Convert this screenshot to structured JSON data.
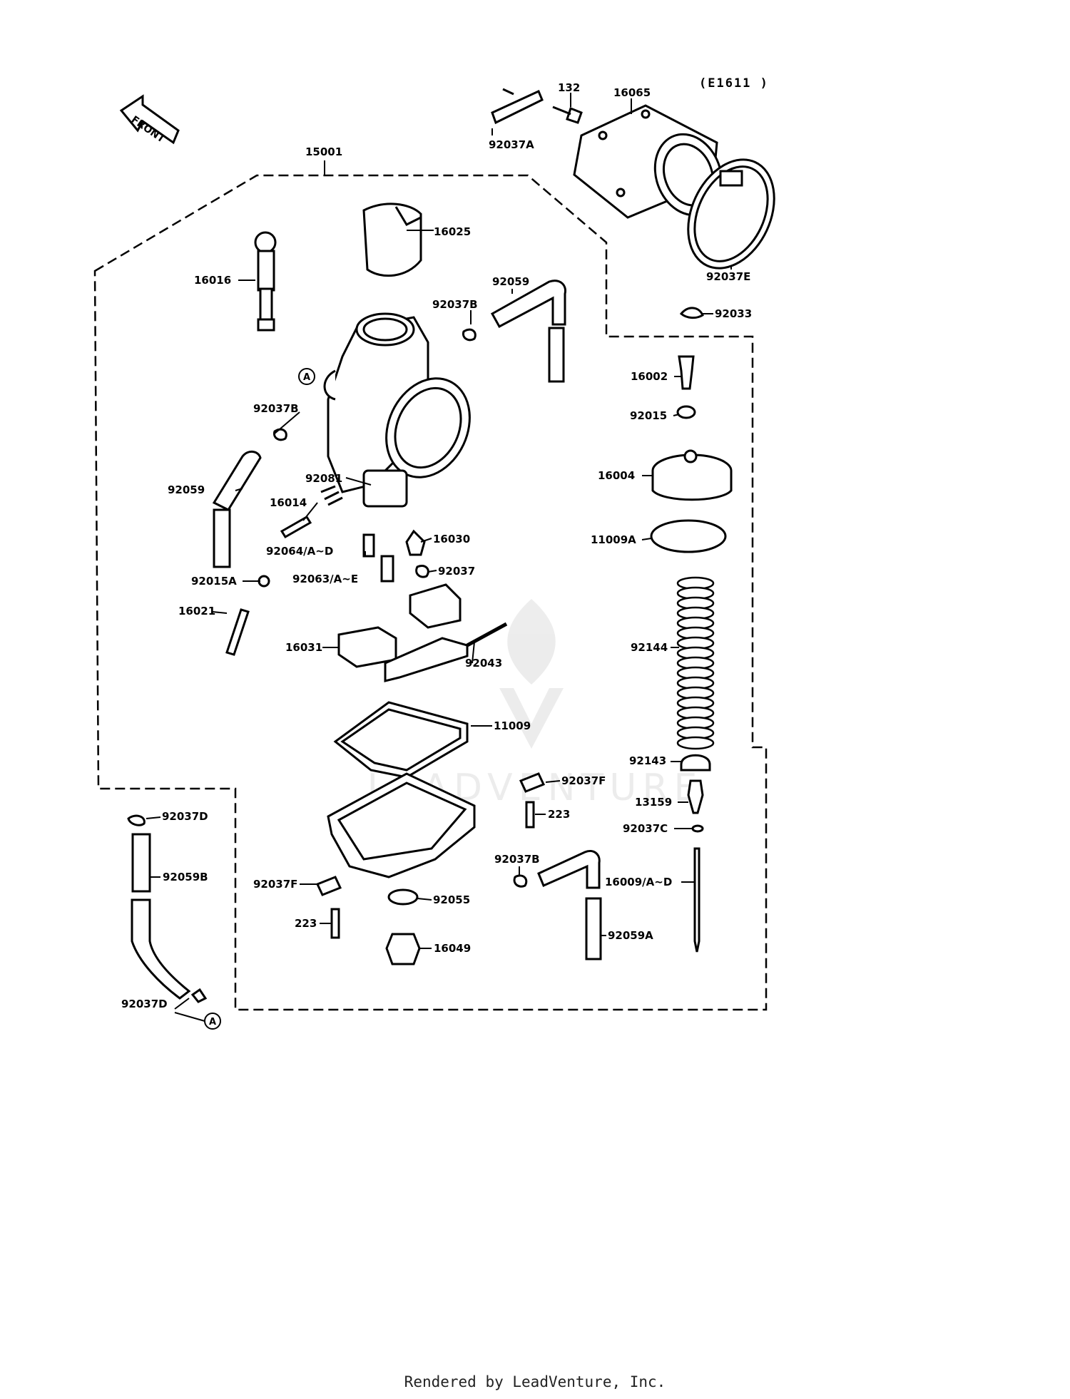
{
  "diagram": {
    "code": "(E1611 )",
    "front_arrow": "FRONT",
    "callout_a_top": "A",
    "callout_a_bottom": "A",
    "watermark": "LEADVENTURE",
    "labels": {
      "p132": "132",
      "p16065": "16065",
      "p92037A": "92037A",
      "p15001": "15001",
      "p16025": "16025",
      "p92037E": "92037E",
      "p16016": "16016",
      "p92059_top": "92059",
      "p92037B_top": "92037B",
      "p92033": "92033",
      "p16002": "16002",
      "p92037B_mid": "92037B",
      "p92015": "92015",
      "p92059_left": "92059",
      "p92081": "92081",
      "p16004": "16004",
      "p16014": "16014",
      "p16030": "16030",
      "p11009A": "11009A",
      "p92064": "92064/A~D",
      "p92015A": "92015A",
      "p92063": "92063/A~E",
      "p92037": "92037",
      "p16021": "16021",
      "p16031": "16031",
      "p92144": "92144",
      "p92043": "92043",
      "p11009": "11009",
      "p92143": "92143",
      "p92037F_right": "92037F",
      "p92037D_top": "92037D",
      "p13159": "13159",
      "p223_right": "223",
      "p92037C": "92037C",
      "p92037B_bot": "92037B",
      "p92059B": "92059B",
      "p92037F_left": "92037F",
      "p16009": "16009/A~D",
      "p92055": "92055",
      "p223_left": "223",
      "p92059A": "92059A",
      "p16049": "16049",
      "p92037D_bot": "92037D"
    }
  },
  "footer": {
    "text": "Rendered by LeadVenture, Inc."
  }
}
